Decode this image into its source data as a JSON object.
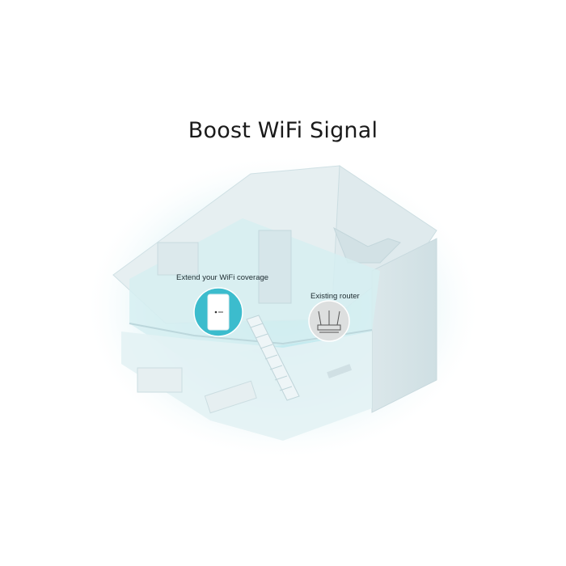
{
  "title": "Boost WiFi Signal",
  "callouts": {
    "extender": {
      "label": "Extend your WiFi coverage",
      "icon": "wifi-extender-icon",
      "color": "#3cbccd"
    },
    "router": {
      "label": "Existing router",
      "icon": "router-icon",
      "color": "#dcdfdf"
    }
  },
  "colors": {
    "background": "#ffffff",
    "coverage_glow": "#c9ecf0",
    "house_wall": "#e4eef0",
    "accent": "#3cbccd"
  }
}
